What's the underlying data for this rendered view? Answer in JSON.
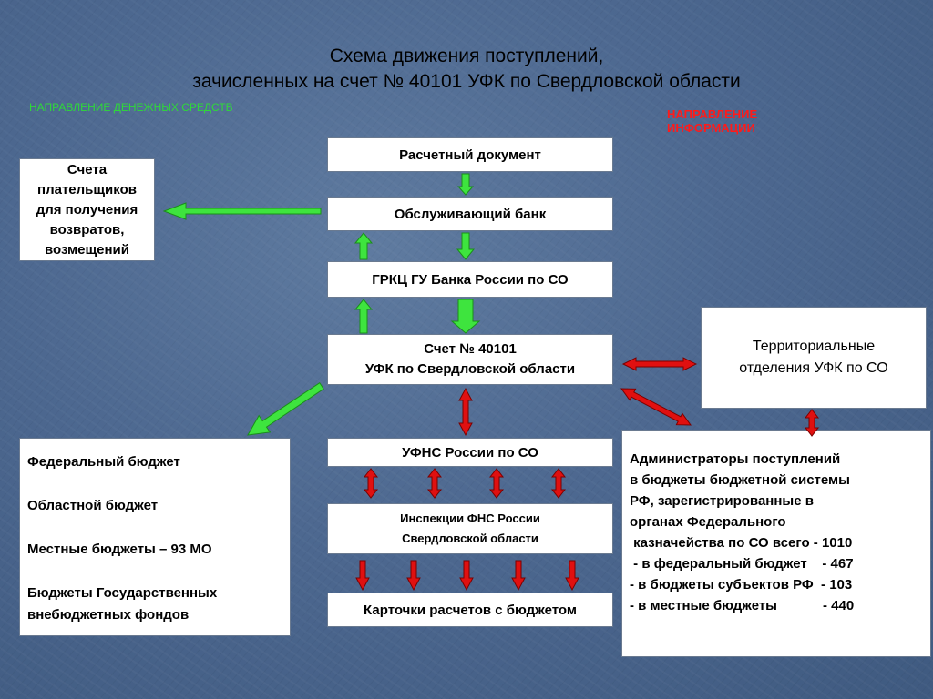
{
  "title": {
    "line1": "Схема движения поступлений,",
    "line2": "зачисленных на счет №  40101 УФК по Свердловской области"
  },
  "legend": {
    "money_flow": "НАПРАВЛЕНИЕ  ДЕНЕЖНЫХ СРЕДСТВ",
    "info_flow_line1": "НАПРАВЛЕНИЕ",
    "info_flow_line2": "ИНФОРМАЦИИ"
  },
  "boxes": {
    "payment_document": "Расчетный документ",
    "servicing_bank": "Обслуживающий банк",
    "grkc": "ГРКЦ ГУ Банка России по СО",
    "account": {
      "line1": "Счет № 40101",
      "line2": "УФК по Свердловской области"
    },
    "ufns": "УФНС России по СО",
    "inspections": {
      "line1": "Инспекции ФНС России",
      "line2": "Свердловской области"
    },
    "cards": "Карточки расчетов с бюджетом",
    "payer_accounts": [
      "Счета",
      "плательщиков",
      "для получения",
      "возвратов,",
      "возмещений"
    ],
    "territorial": {
      "line1": "Территориальные",
      "line2": "отделения УФК по СО"
    },
    "budgets": [
      "Федеральный бюджет",
      "Областной бюджет",
      "Местные бюджеты – 93 МО",
      "Бюджеты Государственных",
      "внебюджетных  фондов"
    ],
    "administrators": [
      "Администраторы поступлений",
      "в бюджеты бюджетной системы",
      "РФ, зарегистрированные в",
      "органах Федерального",
      " казначейства по СО всего - 1010",
      " - в федеральный бюджет    - 467",
      "- в бюджеты субъектов РФ  - 103",
      "- в местные бюджеты            - 440"
    ]
  },
  "colors": {
    "money_arrow": "#3ee43e",
    "money_arrow_stroke": "#1a8f1a",
    "info_arrow": "#e01010",
    "info_arrow_stroke": "#7a0000"
  }
}
